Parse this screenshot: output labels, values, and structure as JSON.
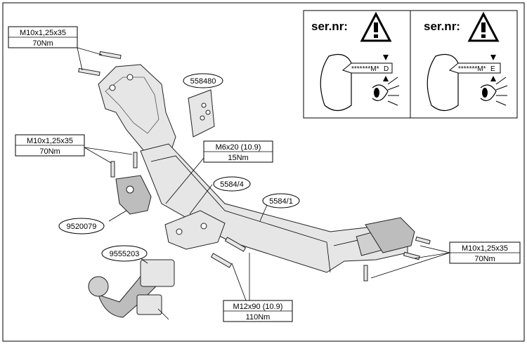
{
  "torque_boxes": [
    {
      "spec": "M10x1,25x35",
      "torque": "70Nm"
    },
    {
      "spec": "M10x1,25x35",
      "torque": "70Nm"
    },
    {
      "spec": "M6x20 (10.9)",
      "torque": "15Nm"
    },
    {
      "spec": "M10x1,25x35",
      "torque": "70Nm"
    },
    {
      "spec": "M12x90 (10.9)",
      "torque": "110Nm"
    }
  ],
  "part_labels": [
    "558480",
    "5584/4",
    "5584/1",
    "9520079",
    "9555203"
  ],
  "serial_panels": [
    {
      "title": "ser.nr:",
      "code_prefix": "*******M*",
      "code_letter": "D"
    },
    {
      "title": "ser.nr:",
      "code_prefix": "*******M*",
      "code_letter": "E"
    }
  ]
}
